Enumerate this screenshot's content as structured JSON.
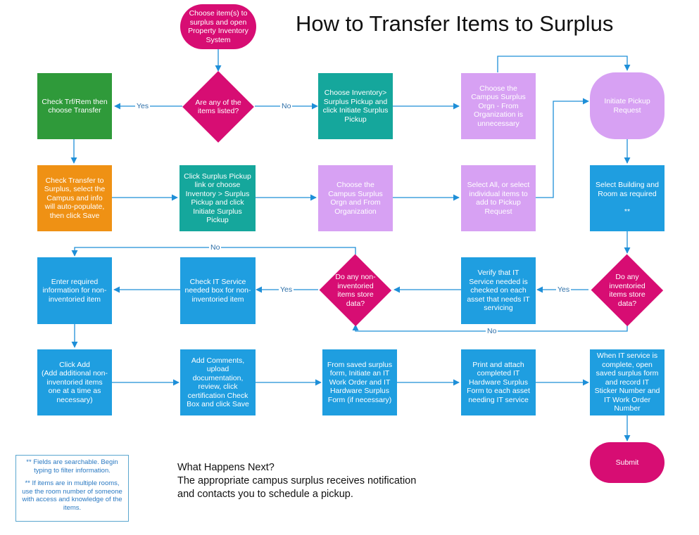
{
  "title": "How to Transfer Items to Surplus",
  "colors": {
    "magenta": "#d70d73",
    "green": "#2f9a3a",
    "orange": "#ef9114",
    "teal": "#15a79c",
    "lavender": "#d7a1f3",
    "blue": "#1f9ee0",
    "connector": "#1e8fd8"
  },
  "nodes": {
    "start": "Choose item(s) to surplus and open Property Inventory System",
    "any_listed": "Are any of the items listed?",
    "check_transfer_choose": "Check Trf/Rem then choose Transfer",
    "choose_inventory_pickup": "Choose Inventory> Surplus Pickup and click Initiate Surplus Pickup",
    "choose_orgn_unnecessary": "Choose the Campus Surplus Orgn - From Organization is unnecessary",
    "initiate_pickup": "Initiate Pickup Request",
    "check_transfer_surplus": "Check Transfer to Surplus, select the Campus and info will auto-populate, then click Save",
    "click_surplus_link": "Click Surplus Pickup link or choose Inventory > Surplus Pickup and click Initiate Surplus Pickup",
    "choose_orgn_from": "Choose the Campus Surplus Orgn and From Organization",
    "select_all": "Select All, or select individual items to add to Pickup Request",
    "select_building": "Select Building and Room as required\n\n**",
    "enter_required": "Enter required information for non-inventoried item",
    "check_it_service": "Check IT Service needed box for non-inventoried item",
    "non_inv_store": "Do any non-inventoried items store data?",
    "verify_it_service": "Verify that IT Service needed is checked on each asset that needs IT servicing",
    "inv_store": "Do any inventoried items store data?",
    "click_add": "Click Add\n(Add additional non-inventoried items one at a time as necessary)",
    "add_comments": "Add Comments, upload documentation, review,  click certification Check Box and click Save",
    "from_saved_form": "From saved surplus form, Initiate an IT Work Order and IT Hardware Surplus Form (if necessary)",
    "print_attach": "Print and attach completed IT Hardware Surplus Form to each asset needing IT service",
    "when_it_complete": "When IT service is complete, open saved surplus form and record IT Sticker Number and IT Work Order Number",
    "submit": "Submit"
  },
  "edge_labels": {
    "yes_listed": "Yes",
    "no_listed": "No",
    "no_non_inv": "No",
    "yes_non_inv": "Yes",
    "yes_inv": "Yes",
    "no_inv": "No"
  },
  "what_next": {
    "heading": "What Happens Next?",
    "line1": "The appropriate campus surplus receives notification",
    "line2": "and contacts you to schedule a pickup."
  },
  "notes": {
    "note1": "** Fields are searchable. Begin typing to filter information.",
    "note2": "** If items are in multiple rooms, use the room number of someone with access and knowledge of the items."
  }
}
